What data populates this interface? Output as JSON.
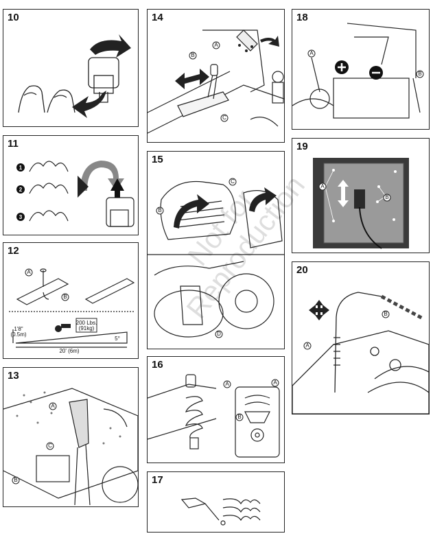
{
  "panels": {
    "p10": {
      "number": "10"
    },
    "p11": {
      "number": "11",
      "steps": [
        "1",
        "2",
        "3"
      ]
    },
    "p12": {
      "number": "12",
      "callouts": [
        "A",
        "B"
      ],
      "height_label": "1'8\"",
      "height_metric": "(0.5m)",
      "length_label": "20' (6m)",
      "weight_label": "200 Lbs.",
      "weight_metric": "(91kg)",
      "angle_label": "5°"
    },
    "p13": {
      "number": "13",
      "callouts": [
        "A",
        "B",
        "C"
      ]
    },
    "p14": {
      "number": "14",
      "callouts": [
        "A",
        "B",
        "C"
      ]
    },
    "p15": {
      "number": "15",
      "callouts": [
        "B",
        "C",
        "D"
      ]
    },
    "p16": {
      "number": "16",
      "callouts": [
        "A",
        "B"
      ]
    },
    "p17": {
      "number": "17"
    },
    "p18": {
      "number": "18",
      "callouts": [
        "A",
        "B"
      ]
    },
    "p19": {
      "number": "19",
      "callouts": [
        "A",
        "B"
      ]
    },
    "p20": {
      "number": "20",
      "callouts": [
        "A",
        "B"
      ]
    }
  },
  "watermark": {
    "line1": "Not for",
    "line2": "Reproduction"
  }
}
